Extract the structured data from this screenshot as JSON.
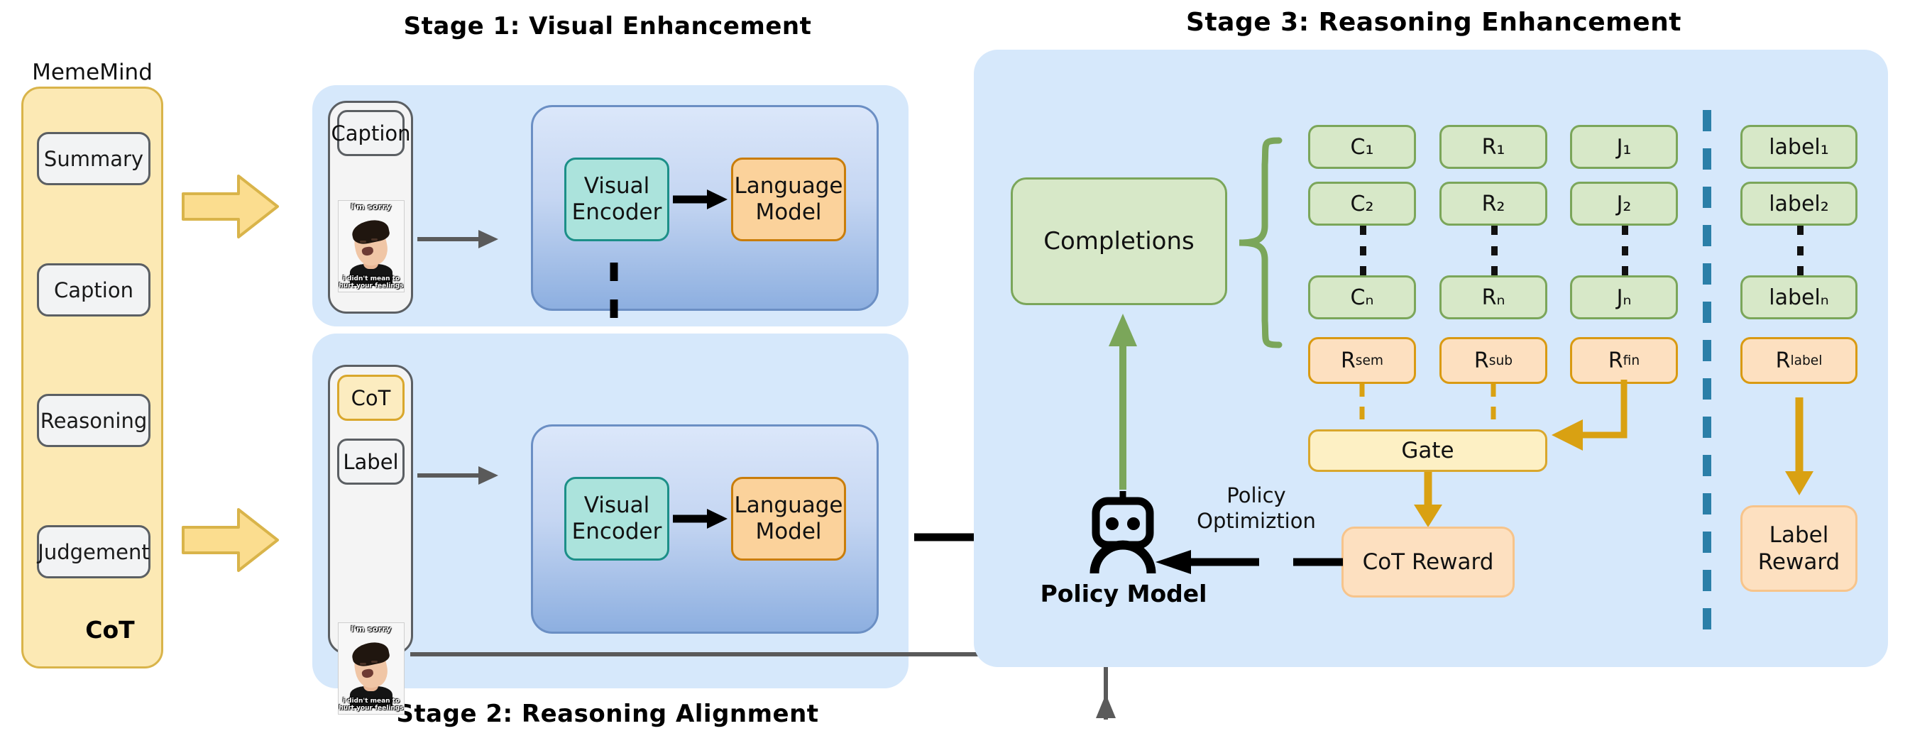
{
  "stages": {
    "stage1_title": "Stage 1: Visual Enhancement",
    "stage2_title": "Stage 2: Reasoning Alignment",
    "stage3_title": "Stage 3: Reasoning Enhancement"
  },
  "mememind": {
    "title": "MemeMind",
    "items": [
      "Summary",
      "Caption",
      "Reasoning",
      "Judgement"
    ],
    "footer": "CoT"
  },
  "stage1": {
    "input_chip": "Caption",
    "meme": {
      "top_text": "i'm sorry",
      "bottom_text": "i didn't mean to hurt your feelings"
    },
    "visual_encoder": "Visual\nEncoder",
    "visual_encoder_l1": "Visual",
    "visual_encoder_l2": "Encoder",
    "language_model_l1": "Language",
    "language_model_l2": "Model"
  },
  "stage2": {
    "chip_cot": "CoT",
    "chip_label": "Label",
    "meme": {
      "top_text": "i'm sorry",
      "bottom_text": "i didn't mean to hurt your feelings"
    },
    "visual_encoder_l1": "Visual",
    "visual_encoder_l2": "Encoder",
    "language_model_l1": "Language",
    "language_model_l2": "Model"
  },
  "stage3": {
    "completions": "Completions",
    "columns": {
      "c": [
        "C₁",
        "C₂",
        "Cₙ"
      ],
      "r": [
        "R₁",
        "R₂",
        "Rₙ"
      ],
      "j": [
        "J₁",
        "J₂",
        "Jₙ"
      ]
    },
    "labels": [
      "label₁",
      "label₂",
      "labelₙ"
    ],
    "rewards": {
      "sem": "R",
      "sem_sub": "sem",
      "sub": "R",
      "sub_sub": "sub",
      "fin": "R",
      "fin_sub": "fin",
      "label": "R",
      "label_sub": "label"
    },
    "gate": "Gate",
    "cot_reward": "CoT Reward",
    "label_reward_l1": "Label",
    "label_reward_l2": "Reward",
    "policy_model": "Policy Model",
    "policy_optimization_l1": "Policy",
    "policy_optimization_l2": "Optimiztion"
  },
  "colors": {
    "panel_blue": "#d6e8fb",
    "panel_yellow": "#fce9b4",
    "yellow_border": "#d9b44a",
    "green_chip": "#d7e8c8",
    "green_border": "#7ba65a",
    "orange_chip": "#fde0c0",
    "orange_border": "#d99a12",
    "encoder_teal": "#abe3dc",
    "lm_orange": "#fbd29b",
    "arrow_gold": "#d9a112",
    "divider_blue": "#2b7fa8"
  }
}
